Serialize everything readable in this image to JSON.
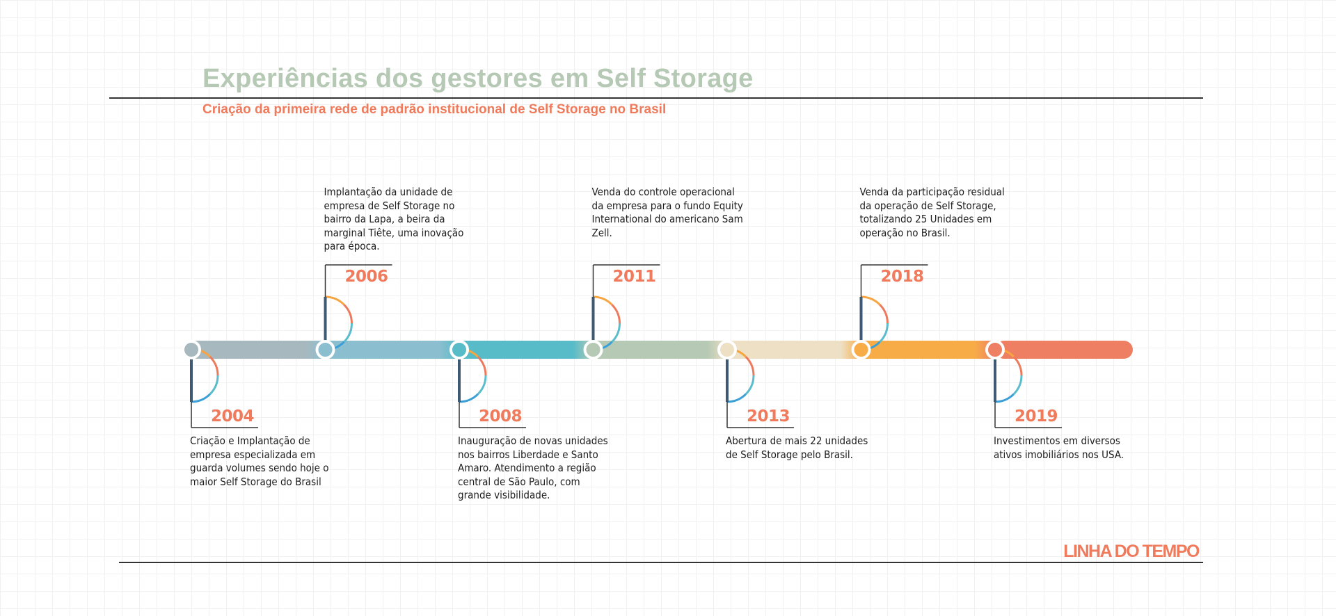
{
  "header": {
    "title": "Experiências dos gestores em Self Storage",
    "subtitle": "Criação da primeira rede de padrão institucional de Self Storage no Brasil"
  },
  "footer": {
    "label": "LINHA DO TEMPO"
  },
  "colors": {
    "title": "#b5c9b4",
    "accent": "#ef7b5c",
    "arc": [
      "#f7a541",
      "#ee7a5e",
      "#5bbccc",
      "#3a9fd6"
    ],
    "stem": "#3e5a73"
  },
  "timeline": [
    {
      "year": "2004",
      "position": "below",
      "color": "#a8b8bf",
      "text": "Criação e Implantação de empresa especializada em guarda volumes sendo hoje o maior Self Storage do Brasil"
    },
    {
      "year": "2006",
      "position": "above",
      "color": "#8bbfcf",
      "text": "Implantação da unidade de empresa de Self Storage no bairro da Lapa, a beira da marginal Tiête, uma inovação para época."
    },
    {
      "year": "2008",
      "position": "below",
      "color": "#57bcc8",
      "text": "Inauguração de novas unidades nos bairros Liberdade e Santo Amaro. Atendimento a região central de São Paulo, com grande visibilidade."
    },
    {
      "year": "2011",
      "position": "above",
      "color": "#b5c9b4",
      "text": "Venda do controle operacional da empresa para o fundo Equity International do americano Sam Zell."
    },
    {
      "year": "2013",
      "position": "below",
      "color": "#ede0c4",
      "text": "Abertura de mais 22 unidades de Self Storage pelo Brasil."
    },
    {
      "year": "2018",
      "position": "above",
      "color": "#f8ac48",
      "text": "Venda da participação residual da operação de Self Storage, totalizando 25 Unidades em operação no Brasil."
    },
    {
      "year": "2019",
      "position": "below",
      "color": "#ef7f62",
      "text": "Investimentos em diversos ativos imobiliários nos USA."
    }
  ]
}
